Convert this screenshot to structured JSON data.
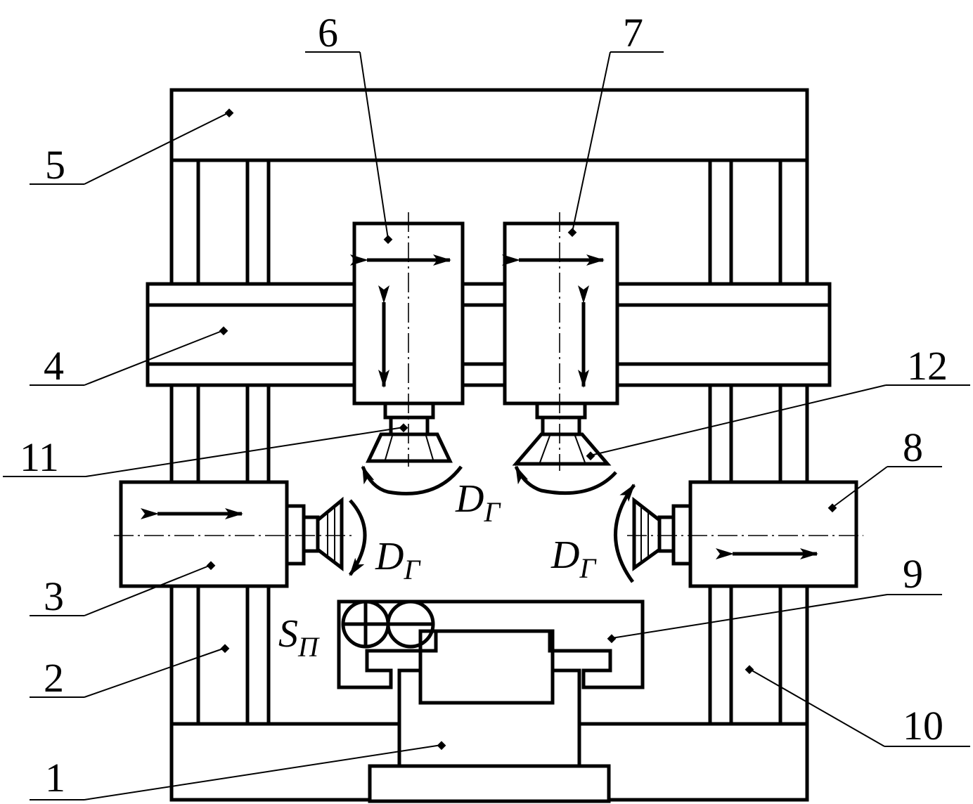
{
  "callouts": {
    "c1": "1",
    "c2": "2",
    "c3": "3",
    "c4": "4",
    "c5": "5",
    "c6": "6",
    "c7": "7",
    "c8": "8",
    "c9": "9",
    "c10": "10",
    "c11": "11",
    "c12": "12"
  },
  "symbols": {
    "rotation_main": "D",
    "rotation_sub": "Г",
    "feed_main": "S",
    "feed_sub": "П"
  }
}
